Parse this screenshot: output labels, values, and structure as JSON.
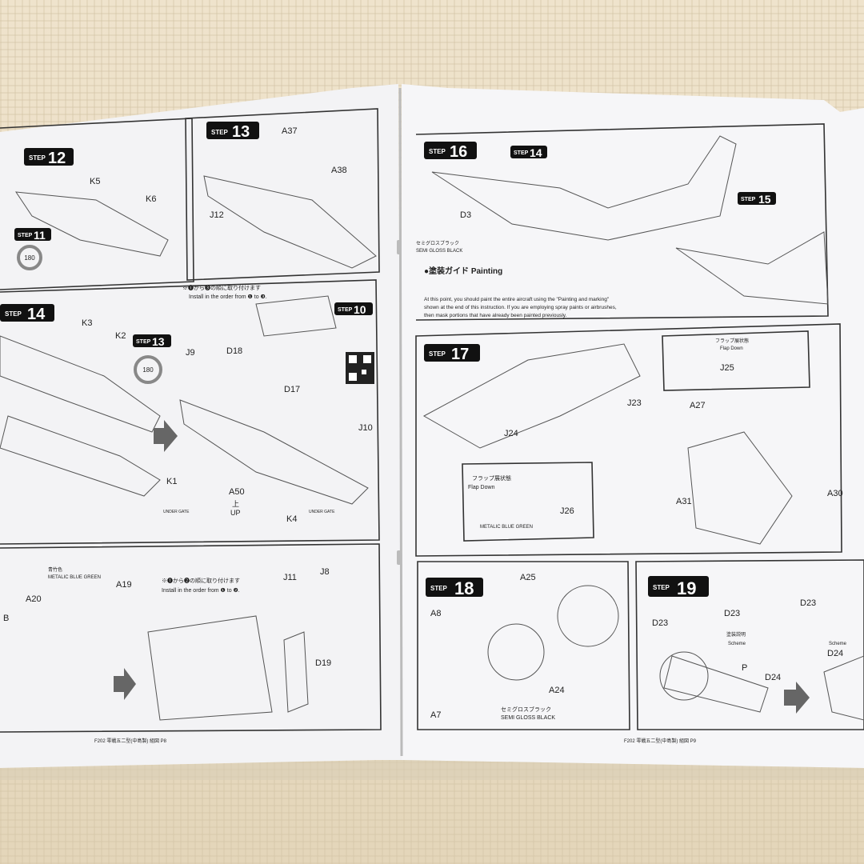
{
  "steps": {
    "s12": {
      "label": "STEP",
      "num": "12"
    },
    "s11": {
      "label": "STEP",
      "num": "11"
    },
    "s13": {
      "label": "STEP",
      "num": "13"
    },
    "s14": {
      "label": "STEP",
      "num": "14"
    },
    "s13b": {
      "label": "STEP",
      "num": "13"
    },
    "s10": {
      "label": "STEP",
      "num": "10"
    },
    "s16": {
      "label": "STEP",
      "num": "16"
    },
    "s14b": {
      "label": "STEP",
      "num": "14"
    },
    "s15": {
      "label": "STEP",
      "num": "15"
    },
    "s17": {
      "label": "STEP",
      "num": "17"
    },
    "s18": {
      "label": "STEP",
      "num": "18"
    },
    "s19": {
      "label": "STEP",
      "num": "19"
    }
  },
  "parts": {
    "k5": "K5",
    "k6": "K6",
    "a37": "A37",
    "a38": "A38",
    "j12": "J12",
    "k3": "K3",
    "k2": "K2",
    "j9": "J9",
    "d18": "D18",
    "d17": "D17",
    "j10": "J10",
    "k1": "K1",
    "a50": "A50",
    "k4": "K4",
    "up": "上",
    "up_en": "UP",
    "a19": "A19",
    "a20": "A20",
    "b": "B",
    "j11": "J11",
    "j8": "J8",
    "d19": "D19",
    "d3": "D3",
    "j25": "J25",
    "j23": "J23",
    "a27": "A27",
    "j24": "J24",
    "a30": "A30",
    "a31": "A31",
    "j26": "J26",
    "a25": "A25",
    "a8": "A8",
    "a24": "A24",
    "a7": "A7",
    "d23a": "D23",
    "d23b": "D23",
    "d23c": "D23",
    "p": "P",
    "d24a": "D24",
    "d24b": "D24"
  },
  "text": {
    "rot180": "180",
    "install_jp": "※❶から❸の順に取り付けます",
    "install_en": "Install in the order from ❶ to ❸.",
    "install2_jp": "※❶から❷の順に取り付けます",
    "install2_en": "Install in the order from ❶ to ❷.",
    "metallic_jp": "青竹色",
    "metallic_en": "METALIC BLUE GREEN",
    "semigloss_jp": "セミグロスブラック",
    "semigloss_en": "SEMI GLOSS BLACK",
    "painting_title": "●塗装ガイド Painting",
    "painting_en1": "At this point, you should paint the entire aircraft using the \"Painting and marking\"",
    "painting_en2": "shown at the end of this instruction. If you are employing spray paints or airbrushes,",
    "painting_en3": "then mask portions that have already been painted previously.",
    "flap_jp": "フラップ展状態",
    "flap_en": "Flap Down",
    "under_gate": "UNDER GATE",
    "scheme": "Scheme",
    "scheme_jp": "塗装説明",
    "footer_left": "F202 零戦五二型(中島製) 組図 P8",
    "footer_right": "F202 零戦五二型(中島製) 組図 P9"
  }
}
